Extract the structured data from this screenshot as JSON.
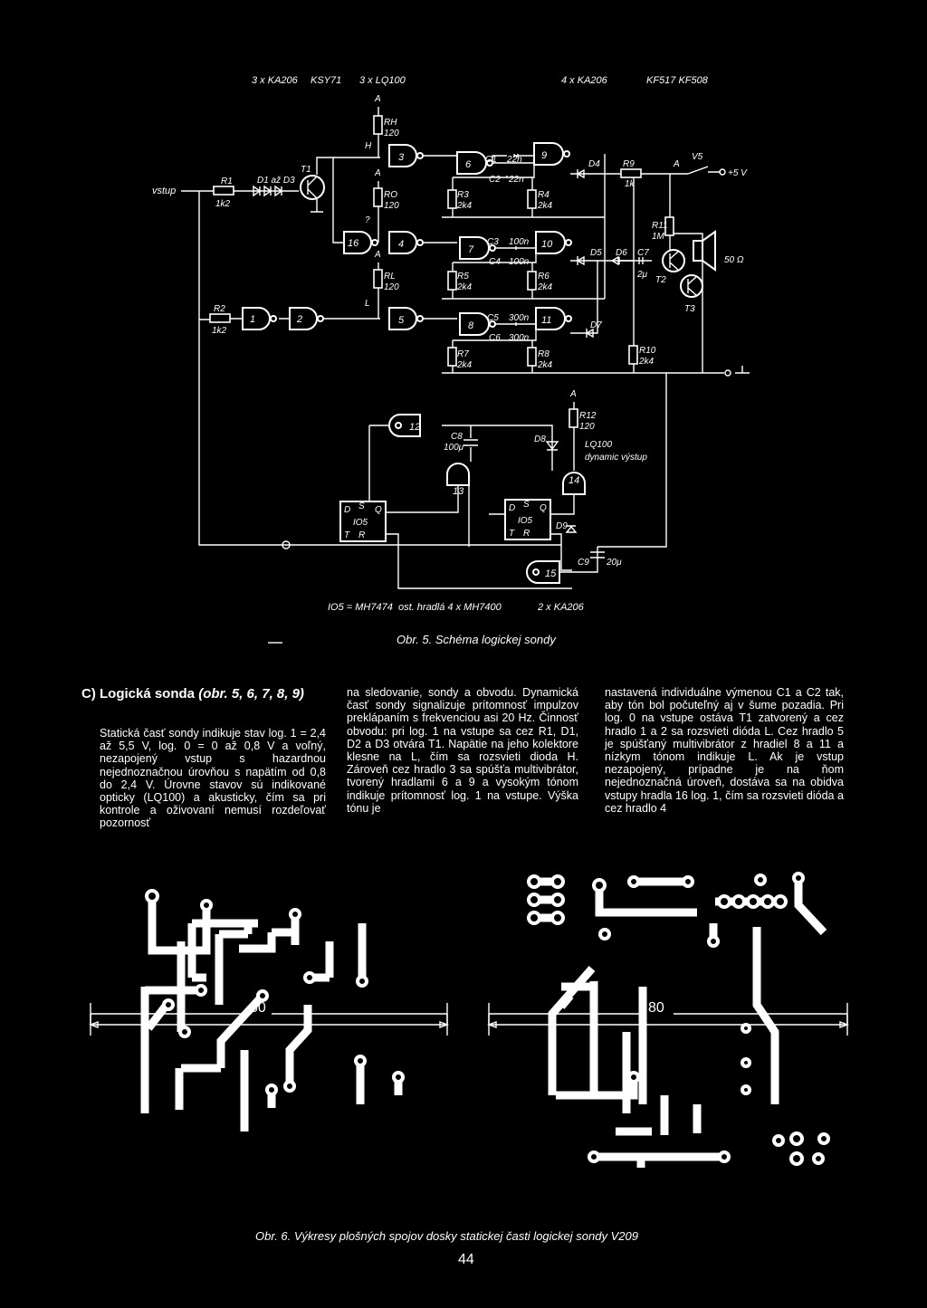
{
  "schematic": {
    "header": [
      "3 x KA206",
      "KSY71",
      "3 x LQ100",
      "4 x KA206",
      "KF517 KF508"
    ],
    "input_label": "vstup",
    "supply_label": "+5 V",
    "speaker_label": "50 Ω",
    "components": {
      "R1": "R1",
      "R1v": "1k2",
      "R2": "R2",
      "R2v": "1k2",
      "D1D3": "D1 až D3",
      "T1": "T1",
      "RH": "RH",
      "RHv": "120",
      "RO": "RO",
      "ROv": "120",
      "RL": "RL",
      "RLv": "120",
      "H": "H",
      "Q": "?",
      "L": "L",
      "A": "A",
      "R3": "R3",
      "R3v": "2k4",
      "R4": "R4",
      "R4v": "2k4",
      "R5": "R5",
      "R5v": "2k4",
      "R6": "R6",
      "R6v": "2k4",
      "R7": "R7",
      "R7v": "2k4",
      "R8": "R8",
      "R8v": "2k4",
      "C1": "C1",
      "C1v": "22n",
      "C2": "C2",
      "C2v": "22n",
      "C3": "C3",
      "C3v": "100n",
      "C4": "C4",
      "C4v": "100n",
      "C5": "C5",
      "C5v": "300n",
      "C6": "C6",
      "C6v": "300n",
      "D4": "D4",
      "D5": "D5",
      "D6": "D6",
      "D7": "D7",
      "D8": "D8",
      "D9": "D9",
      "R9": "R9",
      "R9v": "1k",
      "R10": "R10",
      "R10v": "2k4",
      "R11": "R11",
      "R11v": "1M",
      "R12": "R12",
      "R12v": "120",
      "C7": "C7",
      "C7v": "2μ",
      "C8": "C8",
      "C8v": "100μ",
      "C9": "C9",
      "C9v": "20μ",
      "T2": "T2",
      "T3": "T3",
      "V5": "V5",
      "LQ": "LQ100",
      "dyn": "dynamic výstup",
      "IO": "IO5",
      "D": "D",
      "S": "S",
      "Qp": "Q",
      "T": "T",
      "R": "R"
    },
    "gates": [
      "1",
      "2",
      "3",
      "4",
      "5",
      "6",
      "7",
      "8",
      "9",
      "10",
      "11",
      "12",
      "13",
      "14",
      "15",
      "16"
    ],
    "footer": [
      "IO5 = MH7474",
      "ost. hradlá 4 x MH7400",
      "2 x KA206"
    ]
  },
  "fig5_caption": "Obr. 5. Schéma logickej sondy",
  "section": {
    "title_bold": "C) Logická sonda",
    "title_ref": "(obr. 5, 6, 7, 8, 9)",
    "col1": "Statická časť sondy indikuje stav log. 1 = 2,4 až 5,5 V, log. 0 = 0 až 0,8 V a voľný, nezapojený vstup s hazardnou nejednoznačnou úrovňou s napätím od 0,8 do 2,4 V. Úrovne stavov sú indikované opticky (LQ100) a akusticky, čím sa pri kontrole a oživovaní nemusí rozdeľovať pozornosť",
    "col2": "na sledovanie, sondy a obvodu. Dynamická časť sondy signalizuje prítomnosť impulzov preklápaním s frekvenciou asi 20 Hz. Činnosť obvodu: pri log. 1 na vstupe sa cez R1, D1, D2 a D3 otvára T1. Napätie na jeho kolektore klesne na L, čím sa rozsvieti dioda H. Zároveň cez hradlo 3 sa spúšťa multivibrátor, tvorený hradlami 6 a 9 a vysokým tónom indikuje prítomnosť log. 1 na vstupe. Výška tónu je",
    "col3": "nastavená individuálne výmenou C1 a C2 tak, aby tón bol počuteľný aj v šume pozadia. Pri log. 0 na vstupe ostáva T1 zatvorený a cez hradlo 1 a 2 sa rozsvieti dióda L. Cez hradlo 5 je spúšťaný multivibrátor z hradiel 8 a 11 a nízkym tónom indikuje L. Ak je vstup nezapojený, prípadne je na ňom nejednoznačná úroveň, dostáva sa na obidva vstupy hradla 16 log. 1, čím sa rozsvieti dióda a cez hradlo 4"
  },
  "pcb": {
    "dim_left": "80",
    "dim_right": "80"
  },
  "fig6_caption": "Obr. 6. Výkresy plošných spojov dosky statickej časti logickej sondy V209",
  "page_number": "44"
}
